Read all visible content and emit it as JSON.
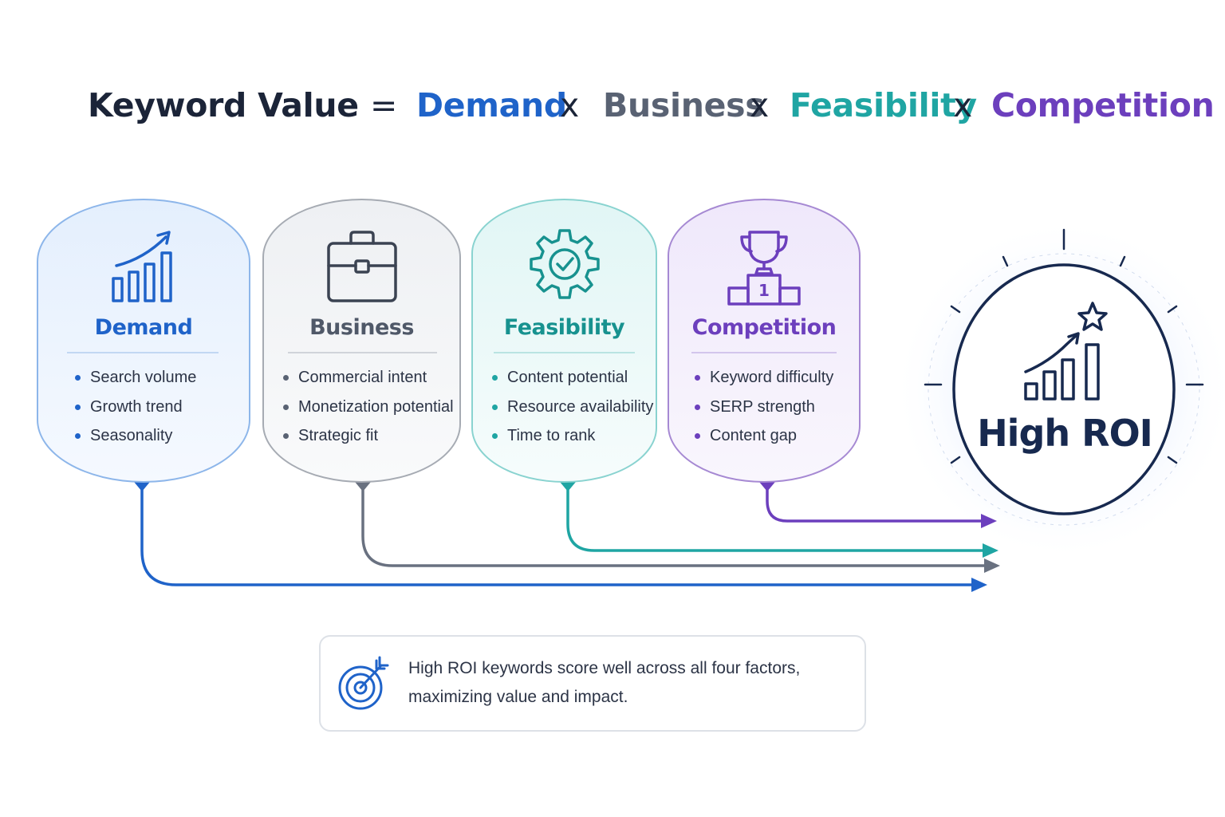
{
  "formula": {
    "lhs": "Keyword Value",
    "equals": "=",
    "operator": "x",
    "terms": [
      "Demand",
      "Business",
      "Feasibility",
      "Competition"
    ]
  },
  "factors": [
    {
      "title": "Demand",
      "icon": "growth-chart-icon",
      "color": "#1f63c9",
      "items": [
        "Search volume",
        "Growth trend",
        "Seasonality"
      ]
    },
    {
      "title": "Business",
      "icon": "briefcase-icon",
      "color": "#596273",
      "items": [
        "Commercial intent",
        "Monetization potential",
        "Strategic fit"
      ]
    },
    {
      "title": "Feasibility",
      "icon": "gear-check-icon",
      "color": "#1fa5a3",
      "items": [
        "Content potential",
        "Resource availability",
        "Time to rank"
      ]
    },
    {
      "title": "Competition",
      "icon": "trophy-podium-icon",
      "color": "#6c3fbd",
      "items": [
        "Keyword difficulty",
        "SERP strength",
        "Content gap"
      ]
    }
  ],
  "result": {
    "label": "High ROI",
    "icon": "chart-star-icon",
    "color": "#17294f"
  },
  "podium_number": "1",
  "note": {
    "icon": "target-arrow-icon",
    "text": "High ROI keywords score well across all four factors, maximizing value and impact."
  }
}
